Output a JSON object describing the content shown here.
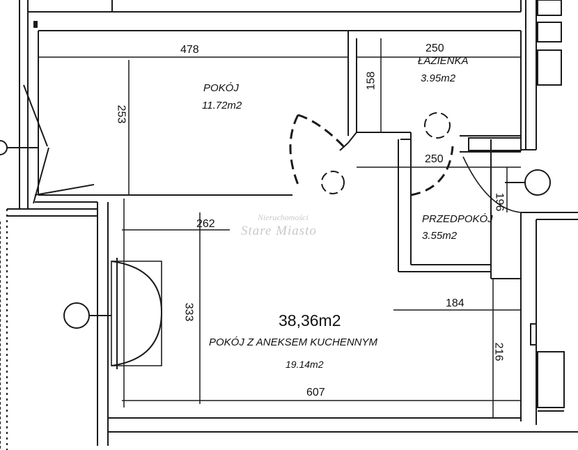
{
  "rooms": {
    "pokoj": {
      "name": "POKÓJ",
      "area": "11.72m2"
    },
    "lazienka": {
      "name": "ŁAZIENKA",
      "area": "3.95m2"
    },
    "przedpokoj": {
      "name": "PRZEDPOKÓJ",
      "area": "3.55m2"
    },
    "salon": {
      "name": "POKÓJ Z ANEKSEM KUCHENNYM",
      "area": "19.14m2"
    }
  },
  "total_area": "38,36m2",
  "dimensions": {
    "pokoj_width": "478",
    "pokoj_height": "253",
    "lazienka_width": "250",
    "lazienka_height": "158",
    "przedpokoj_width": "250",
    "przedpokoj_height": "196",
    "salon_top_width": "262",
    "salon_height": "333",
    "kitchen_width": "184",
    "kitchen_height": "216",
    "salon_bottom_width": "607"
  },
  "watermark": {
    "line1": "Nieruchomości",
    "line2": "Stare Miasto"
  },
  "colors": {
    "ink": "#111111",
    "watermark": "#c9c9c9"
  }
}
